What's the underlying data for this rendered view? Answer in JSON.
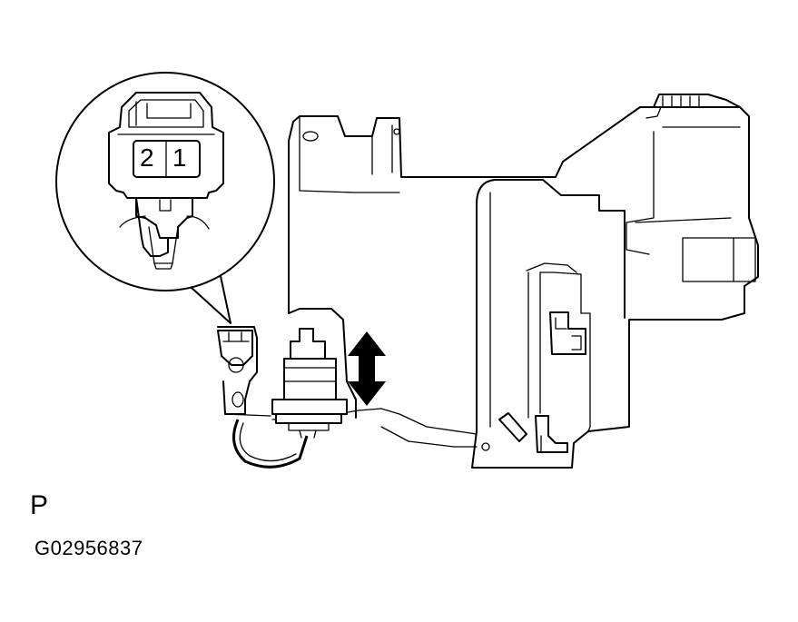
{
  "connector": {
    "pins": [
      "2",
      "1"
    ]
  },
  "view_letter": "P",
  "figure_id": "G02956837",
  "icons": {
    "motion": "double-vertical-arrow-icon"
  }
}
